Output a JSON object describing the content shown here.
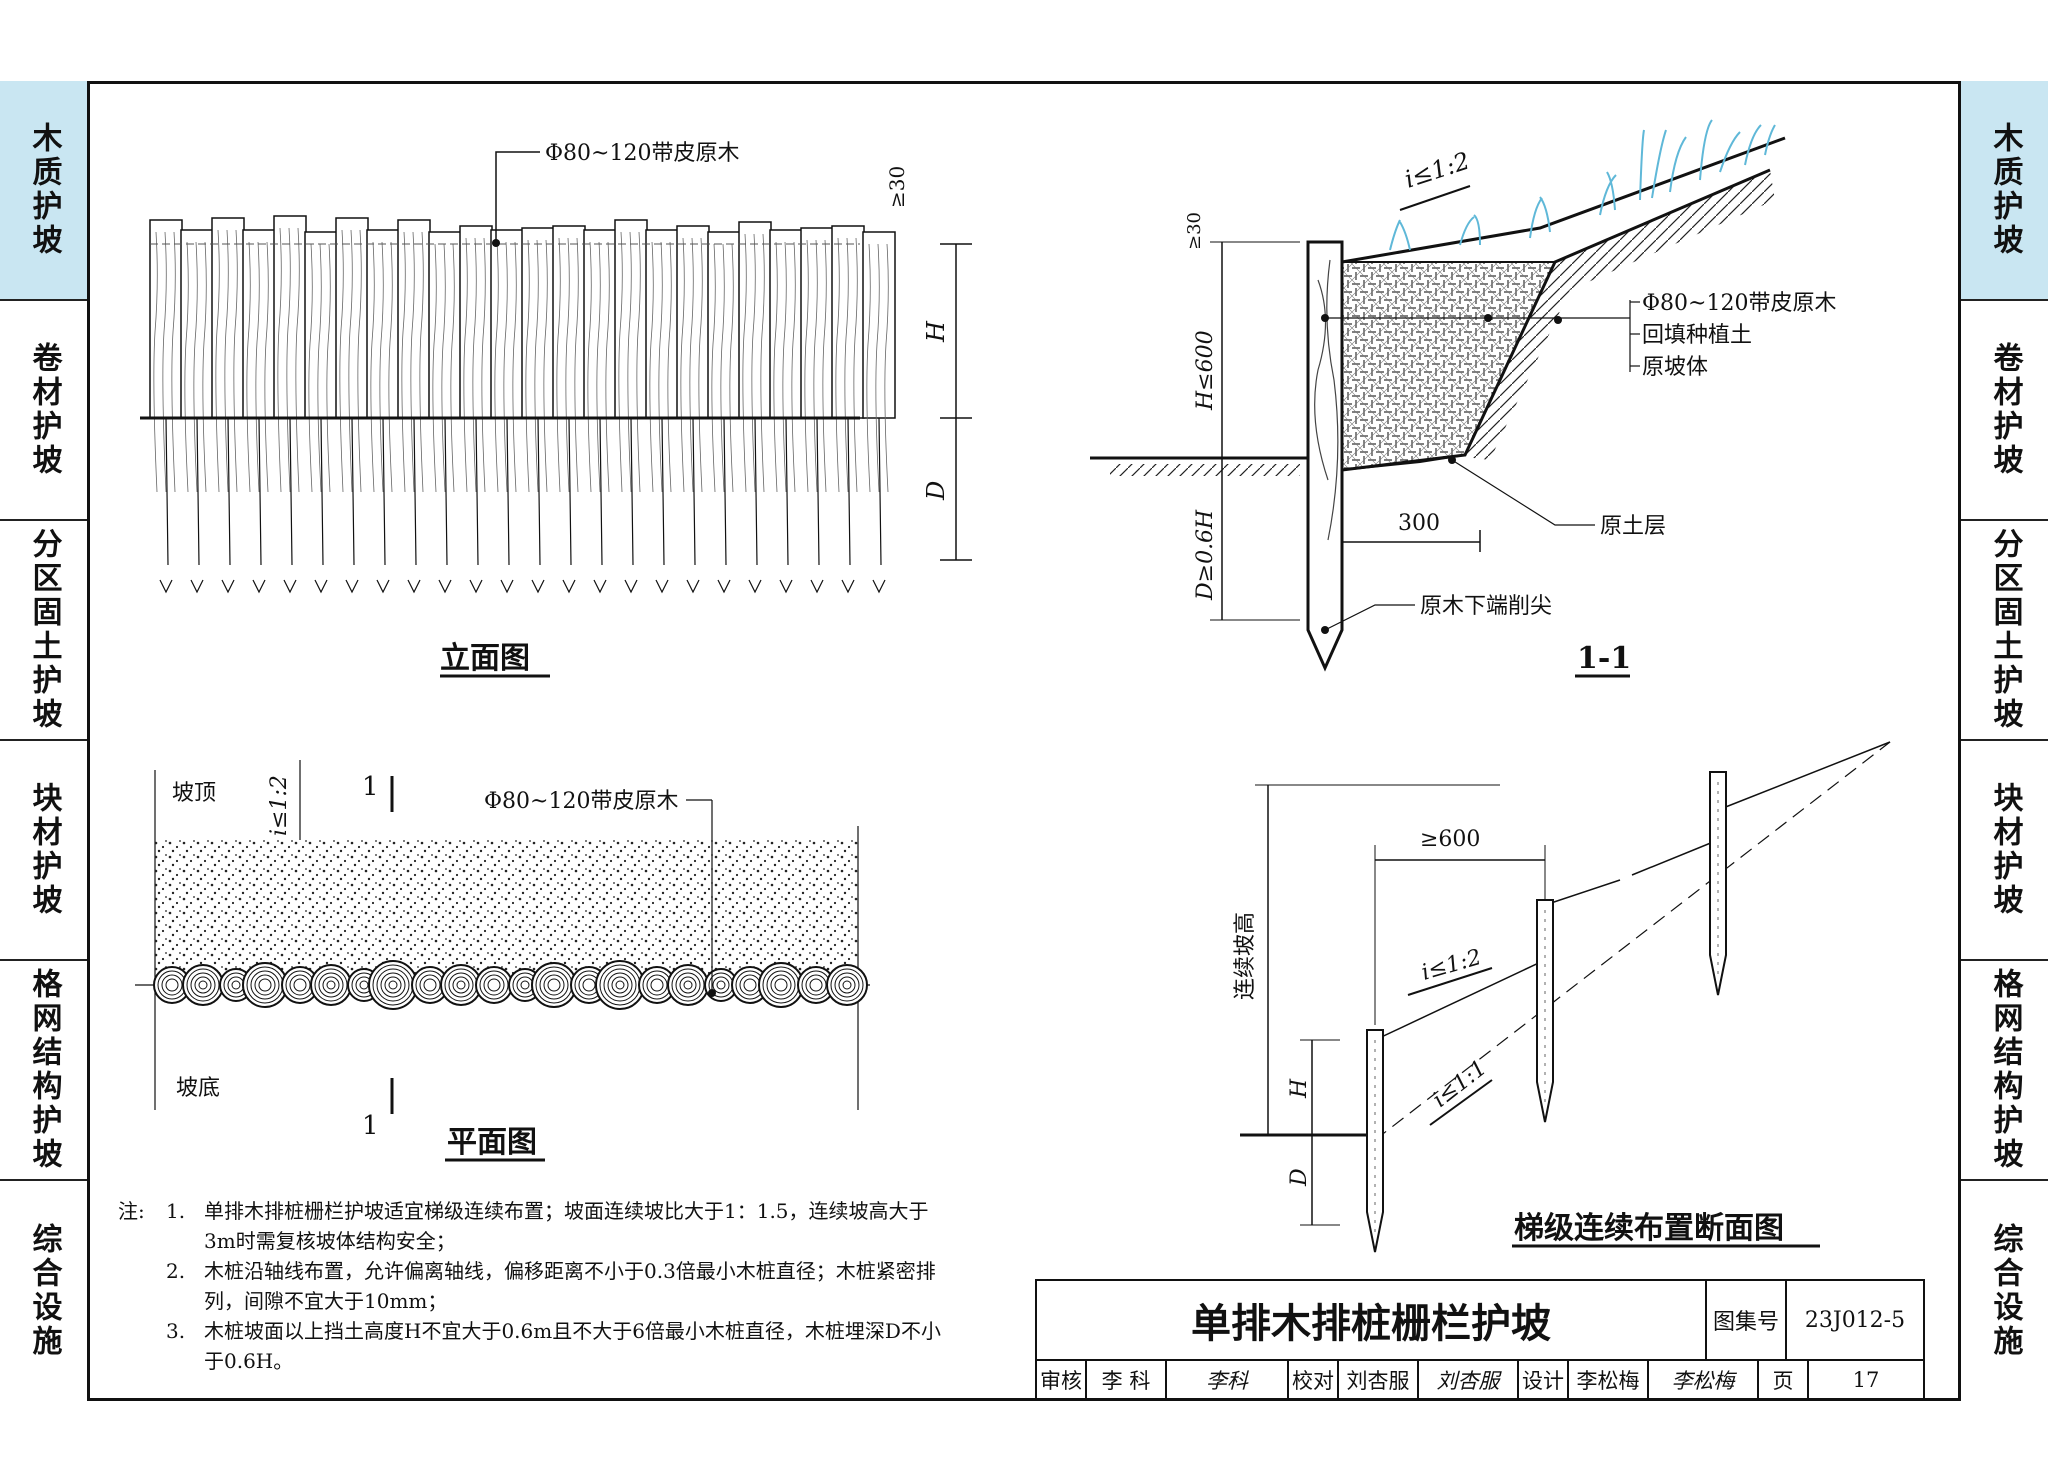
{
  "sidebar": {
    "tabs": [
      {
        "label": "木质护坡",
        "active": true
      },
      {
        "label": "卷材护坡",
        "active": false
      },
      {
        "label": "分区固土护坡",
        "active": false
      },
      {
        "label": "块材护坡",
        "active": false
      },
      {
        "label": "格网结构护坡",
        "active": false
      },
      {
        "label": "综合设施",
        "active": false
      }
    ],
    "active_color": "#c9e6f2"
  },
  "elevation": {
    "title": "立面图",
    "log_label": "Φ80~120带皮原木",
    "dim_top": "≥30",
    "dim_h": "H",
    "dim_d": "D"
  },
  "section": {
    "title": "1-1",
    "slope": "i≤1:2",
    "dim_top": "≥30",
    "dim_h": "H≤600",
    "dim_d": "D≥0.6H",
    "dim_width": "300",
    "callouts": [
      "Φ80~120带皮原木",
      "回填种植土",
      "原坡体"
    ],
    "soil_label": "原土层",
    "tip_label": "原木下端削尖"
  },
  "plan": {
    "title": "平面图",
    "top_label": "坡顶",
    "bottom_label": "坡底",
    "slope": "i≤1:2",
    "log_label": "Φ80~120带皮原木",
    "section_mark": "1"
  },
  "stepped": {
    "title": "梯级连续布置断面图",
    "height_label": "连续坡高",
    "spacing": "≥600",
    "slope_top": "i≤1:2",
    "slope_bottom": "i≤1:1",
    "dim_h": "H",
    "dim_d": "D"
  },
  "notes": {
    "lead": "注:",
    "items": [
      {
        "num": "1.",
        "text": "单排木排桩栅栏护坡适宜梯级连续布置；坡面连续坡比大于1：1.5，连续坡高大于3m时需复核坡体结构安全；"
      },
      {
        "num": "2.",
        "text": "木桩沿轴线布置，允许偏离轴线，偏移距离不小于0.3倍最小木桩直径；木桩紧密排列，间隙不宜大于10mm；"
      },
      {
        "num": "3.",
        "text": "木桩坡面以上挡土高度H不宜大于0.6m且不大于6倍最小木桩直径，木桩埋深D不小于0.6H。"
      }
    ]
  },
  "title_block": {
    "title": "单排木排桩栅栏护坡",
    "atlas_label": "图集号",
    "atlas_no": "23J012-5",
    "review_label": "审核",
    "reviewer": "李 科",
    "check_label": "校对",
    "checker": "刘杏服",
    "design_label": "设计",
    "designer": "李松梅",
    "page_label": "页",
    "page_no": "17",
    "sig_reviewer": "李科",
    "sig_checker": "刘杏服",
    "sig_designer": "李松梅"
  }
}
